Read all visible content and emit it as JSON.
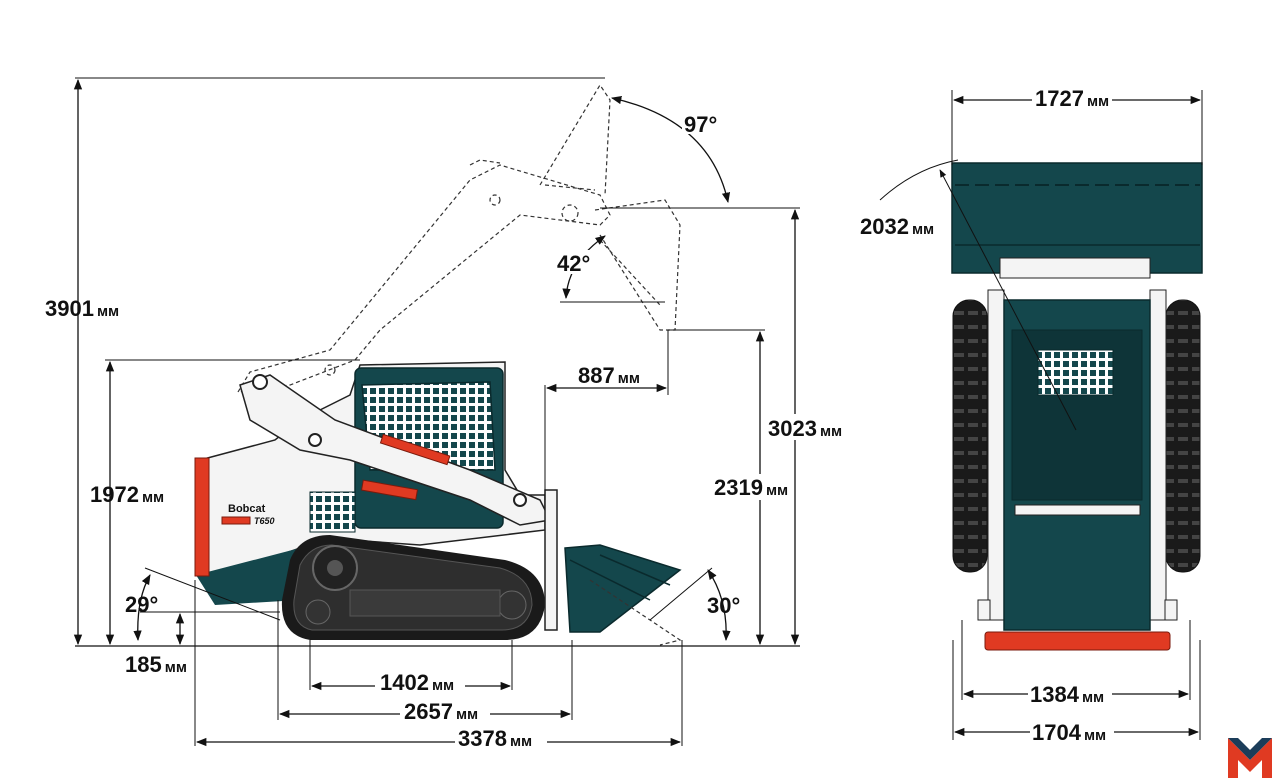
{
  "dimensions": {
    "overall_height_raised": {
      "value": "3901",
      "unit": "мм"
    },
    "height_to_cab": {
      "value": "1972",
      "unit": "мм"
    },
    "departure_angle": {
      "value": "29°"
    },
    "ground_clearance": {
      "value": "185",
      "unit": "мм"
    },
    "track_ground_contact": {
      "value": "1402",
      "unit": "мм"
    },
    "length_without_bucket": {
      "value": "2657",
      "unit": "мм"
    },
    "length_with_bucket": {
      "value": "3378",
      "unit": "мм"
    },
    "dump_reach": {
      "value": "887",
      "unit": "мм"
    },
    "dump_height": {
      "value": "2319",
      "unit": "мм"
    },
    "hinge_pin_height": {
      "value": "3023",
      "unit": "мм"
    },
    "rollback_angle_raised": {
      "value": "97°"
    },
    "dump_angle": {
      "value": "42°"
    },
    "rollback_angle_ground": {
      "value": "30°"
    },
    "bucket_width": {
      "value": "1727",
      "unit": "мм"
    },
    "turning_radius": {
      "value": "2032",
      "unit": "мм"
    },
    "track_gauge": {
      "value": "1384",
      "unit": "мм"
    },
    "overall_width": {
      "value": "1704",
      "unit": "мм"
    }
  },
  "machine": {
    "brand": "Bobcat",
    "model": "T650"
  },
  "logo": {
    "letter": "M",
    "color": "#e03a22",
    "color2": "#1c3d5a"
  },
  "colors": {
    "body": "#14474c",
    "accent": "#e03a22"
  }
}
